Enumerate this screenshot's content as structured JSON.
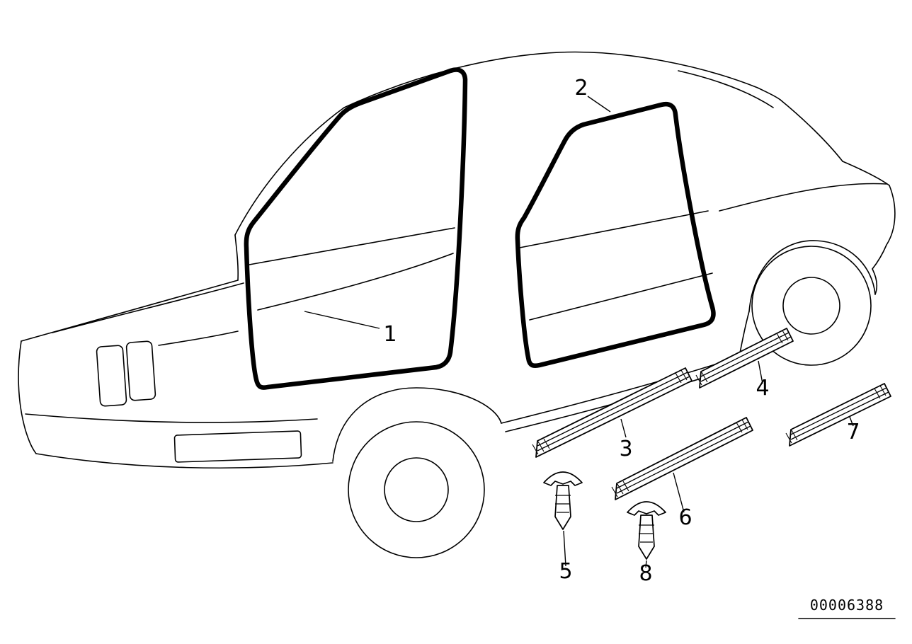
{
  "diagram": {
    "drawing_number": "00006388",
    "callouts": [
      {
        "label": "1"
      },
      {
        "label": "2"
      },
      {
        "label": "3"
      },
      {
        "label": "4"
      },
      {
        "label": "5"
      },
      {
        "label": "6"
      },
      {
        "label": "7"
      },
      {
        "label": "8"
      }
    ],
    "colors": {
      "line": "#000000",
      "background": "#ffffff"
    }
  }
}
